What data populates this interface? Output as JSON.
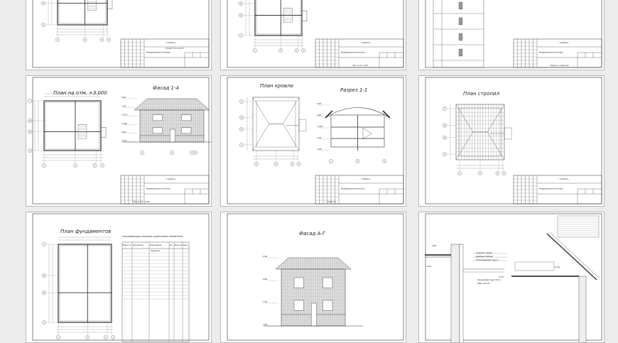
{
  "common": {
    "project": "Индивидуальный жилой дом",
    "org": "г. Челябинск",
    "axes_numbers": [
      "1",
      "2",
      "3",
      "4"
    ],
    "axes_letters": [
      "А",
      "Б",
      "В",
      "Г"
    ]
  },
  "sheets": {
    "s1": {
      "stamp": "ЧГАСУ Пгс-41.27"
    },
    "s2": {
      "block_caption": "План на отм. 0.000"
    },
    "s3": {
      "block_caption": "Ведомость перемычек"
    },
    "s4": {
      "title_plan": "План на отм. +3.000",
      "title_facade": "Фасад 1-4",
      "marks": [
        "6.960",
        "7.580",
        "+5.870",
        "+3.000",
        "0.000",
        "-0.700"
      ],
      "block_caption": "План на отм. +3.000"
    },
    "s5": {
      "title_roof": "План кровли",
      "title_section": "Разрез 1-1",
      "marks": [
        "8.365",
        "6.960",
        "+3.000",
        "0.000",
        "-0.700"
      ],
      "block_caption": "Разрез 1-1"
    },
    "s6": {
      "title": "План стропил"
    },
    "s7": {
      "title": "План фундаментов",
      "spec_title": "СПЕЦИФИКАЦИЯ СБОРНЫХ Ж/БЕТОННЫХ ЭЛЕМЕНТОВ",
      "spec_headers": [
        "Марка поз.",
        "Обозначение",
        "Наименование",
        "Кол.",
        "Масса ед.",
        "Прим."
      ],
      "spec_group": "Перемычки"
    },
    "s8": {
      "title": "Фасад А-Г",
      "marks": [
        "8.365",
        "6.960",
        "5.870",
        "3.000"
      ]
    },
    "s9": {
      "layers": [
        "Асфальт 30мм",
        "Щебень 100мм",
        "Уплотненный грунт"
      ],
      "block_label": "Фундаментный блок",
      "block_mark": "ФБС 24.3.6",
      "marks": [
        "0.000",
        "-0.300",
        "-0.700",
        "+3.000"
      ]
    }
  }
}
